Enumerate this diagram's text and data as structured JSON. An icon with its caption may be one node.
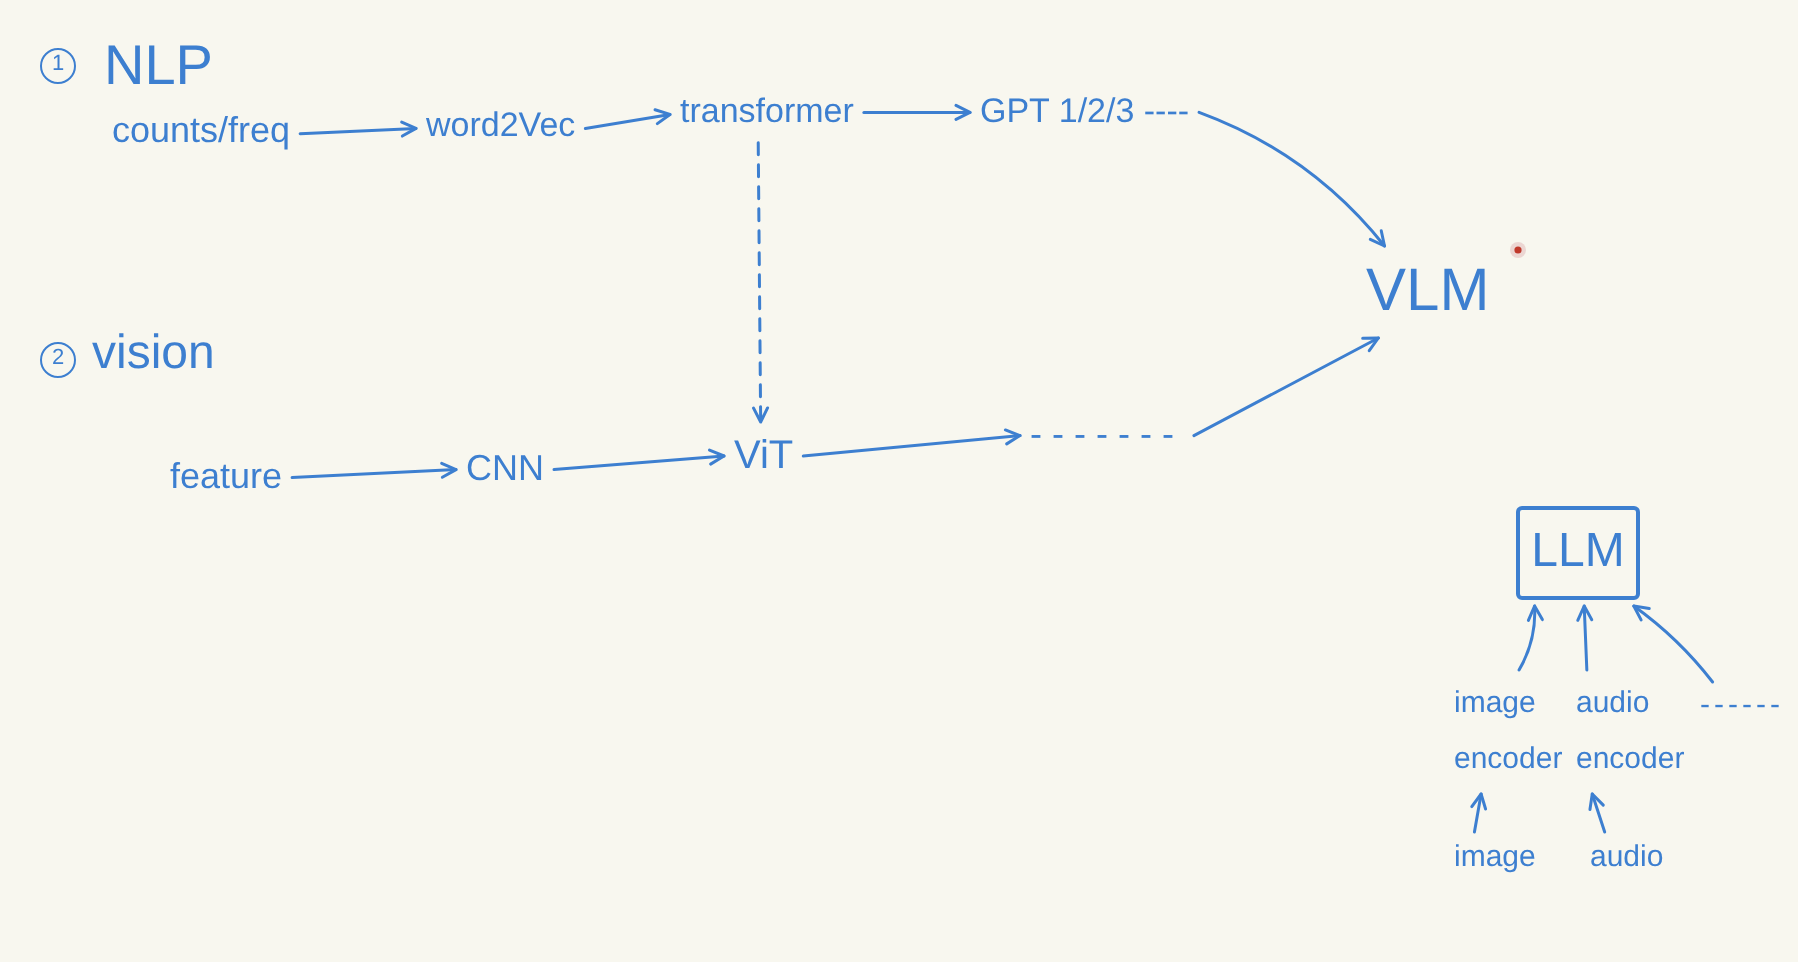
{
  "diagram": {
    "nodes": [
      {
        "text": [
          "counts/freq"
        ]
      },
      {
        "text": [
          "word2Vec"
        ]
      },
      {
        "text": [
          "transformer"
        ]
      },
      {
        "text": [
          "GPT 1/2/3 ----"
        ]
      },
      {
        "text": [
          "VLM"
        ]
      },
      {
        "text": [
          "feature"
        ]
      },
      {
        "text": [
          "CNN"
        ]
      },
      {
        "text": [
          "ViT"
        ]
      },
      {
        "text": [
          "-------"
        ]
      },
      {
        "text": [
          "LLM"
        ]
      },
      {
        "text": [
          "image encoder"
        ]
      },
      {
        "text": [
          "audio encoder"
        ]
      },
      {
        "text": [
          "------"
        ]
      },
      {
        "text": [
          "image"
        ]
      },
      {
        "text": [
          "audio"
        ]
      }
    ],
    "edges": [
      {
        "from": 0,
        "to": 1,
        "arrow": "to"
      },
      {
        "from": 1,
        "to": 2,
        "arrow": "to"
      },
      {
        "from": 2,
        "to": 3,
        "arrow": "to"
      },
      {
        "from": 3,
        "to": 4,
        "arrow": "to"
      },
      {
        "from": 2,
        "to": 7,
        "arrow": "to",
        "style": "dashed"
      },
      {
        "from": 5,
        "to": 6,
        "arrow": "to"
      },
      {
        "from": 6,
        "to": 7,
        "arrow": "to"
      },
      {
        "from": 7,
        "to": 8,
        "arrow": "to"
      },
      {
        "from": 8,
        "to": 4,
        "arrow": "to"
      },
      {
        "from": 10,
        "to": 9,
        "arrow": "to"
      },
      {
        "from": 11,
        "to": 9,
        "arrow": "to"
      },
      {
        "from": 12,
        "to": 9,
        "arrow": "to"
      },
      {
        "from": 13,
        "to": 10,
        "arrow": "to"
      },
      {
        "from": 14,
        "to": 11,
        "arrow": "to"
      }
    ],
    "labels": [
      "1",
      "NLP",
      "2",
      "vision"
    ]
  }
}
